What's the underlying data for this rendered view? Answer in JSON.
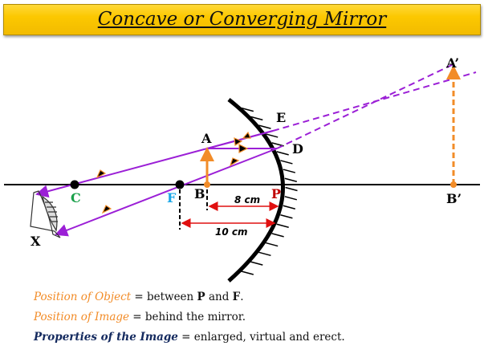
{
  "title": "Concave or Converging Mirror",
  "labels": {
    "A": "A",
    "B": "B",
    "C": "C",
    "F": "F",
    "P": "P",
    "D": "D",
    "E": "E",
    "X": "X",
    "A_img": "A’",
    "B_img": "B’"
  },
  "dimensions": {
    "pb": "8 cm",
    "pf": "10 cm"
  },
  "notes": [
    {
      "key": "Position of Object",
      "eq": " = between ",
      "b1": "P",
      "mid": " and ",
      "b2": "F",
      "end": "."
    },
    {
      "key": "Position of Image",
      "text": " = behind the mirror."
    },
    {
      "key": "Properties of the Image",
      "text": " = enlarged, virtual and erect."
    }
  ],
  "colors": {
    "ray": "#9b1fd6",
    "object": "#f28c28",
    "C": "#1aa04a",
    "F": "#1aa7e8",
    "P": "#c00000",
    "dim": "#e01010",
    "title_bg": "#fcc800"
  }
}
